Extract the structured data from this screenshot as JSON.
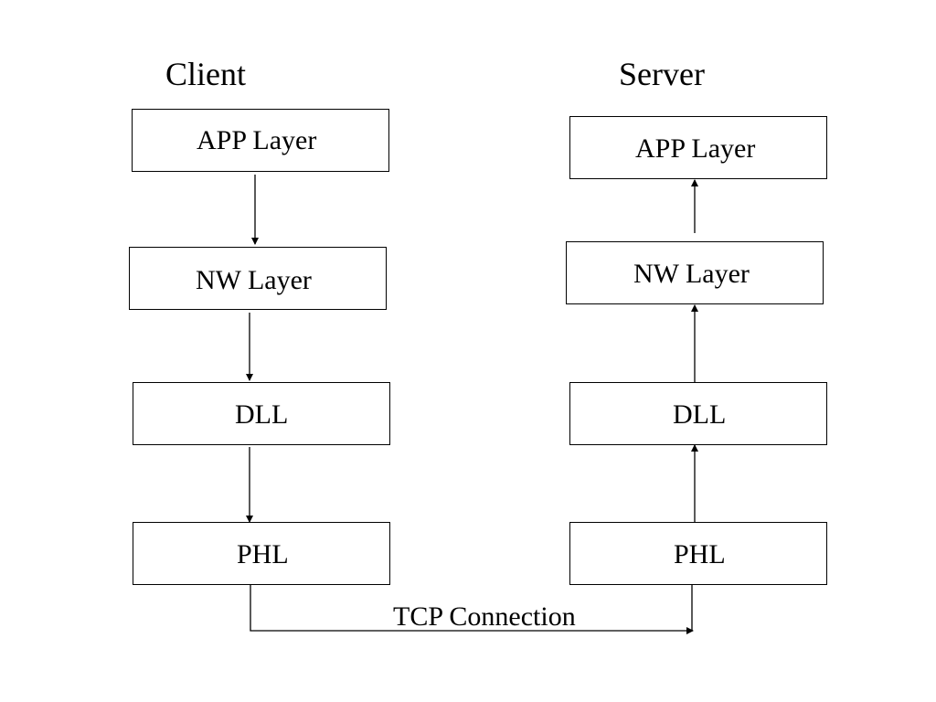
{
  "client": {
    "title": "Client",
    "layers": {
      "app": "APP Layer",
      "nw": "NW Layer",
      "dll": "DLL",
      "phl": "PHL"
    }
  },
  "server": {
    "title": "Server",
    "layers": {
      "app": "APP Layer",
      "nw": "NW Layer",
      "dll": "DLL",
      "phl": "PHL"
    }
  },
  "connection": {
    "label": "TCP Connection"
  }
}
